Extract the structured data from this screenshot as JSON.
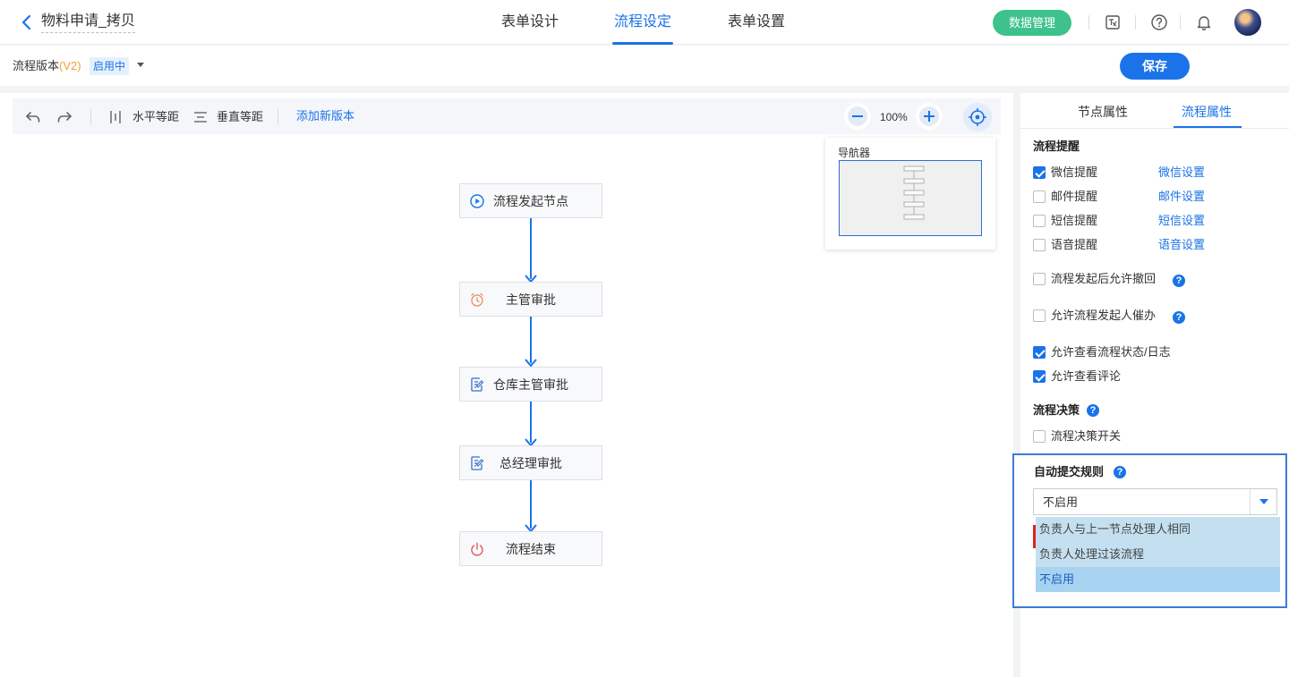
{
  "header": {
    "title": "物料申请_拷贝",
    "tabs": [
      {
        "label": "表单设计",
        "active": false
      },
      {
        "label": "流程设定",
        "active": true
      },
      {
        "label": "表单设置",
        "active": false
      }
    ],
    "data_manage_label": "数据管理",
    "icons": [
      "translate-icon",
      "help-circle-icon",
      "bell-icon",
      "avatar"
    ]
  },
  "version_bar": {
    "label": "流程版本",
    "version": "(V2)",
    "status": "启用中",
    "save_label": "保存"
  },
  "toolbar": {
    "horizontal_label": "水平等距",
    "vertical_label": "垂直等距",
    "add_version_label": "添加新版本",
    "zoom": "100%"
  },
  "navigator": {
    "title": "导航器"
  },
  "flow": {
    "nodes": [
      {
        "label": "流程发起节点",
        "icon": "play-circle-icon"
      },
      {
        "label": "主管审批",
        "icon": "alarm-clock-icon"
      },
      {
        "label": "仓库主管审批",
        "icon": "edit-doc-icon"
      },
      {
        "label": "总经理审批",
        "icon": "edit-doc-icon"
      },
      {
        "label": "流程结束",
        "icon": "power-icon"
      }
    ]
  },
  "panel": {
    "tabs": [
      {
        "label": "节点属性",
        "active": false
      },
      {
        "label": "流程属性",
        "active": true
      }
    ],
    "reminder_title": "流程提醒",
    "reminders": [
      {
        "label": "微信提醒",
        "checked": true,
        "link": "微信设置"
      },
      {
        "label": "邮件提醒",
        "checked": false,
        "link": "邮件设置"
      },
      {
        "label": "短信提醒",
        "checked": false,
        "link": "短信设置"
      },
      {
        "label": "语音提醒",
        "checked": false,
        "link": "语音设置"
      }
    ],
    "options": [
      {
        "label": "流程发起后允许撤回",
        "checked": false,
        "help": true
      },
      {
        "label": "允许流程发起人催办",
        "checked": false,
        "help": true
      },
      {
        "label": "允许查看流程状态/日志",
        "checked": true,
        "help": false
      },
      {
        "label": "允许查看评论",
        "checked": true,
        "help": false
      }
    ],
    "decision_title": "流程决策",
    "decision_switch_label": "流程决策开关",
    "decision_switch_checked": false,
    "auto_submit": {
      "title": "自动提交规则",
      "selected": "不启用",
      "options": [
        "负责人与上一节点处理人相同",
        "负责人处理过该流程",
        "不启用"
      ]
    }
  },
  "colors": {
    "primary": "#1a73e8",
    "success": "#3ec28c",
    "version_accent": "#f0a030"
  }
}
